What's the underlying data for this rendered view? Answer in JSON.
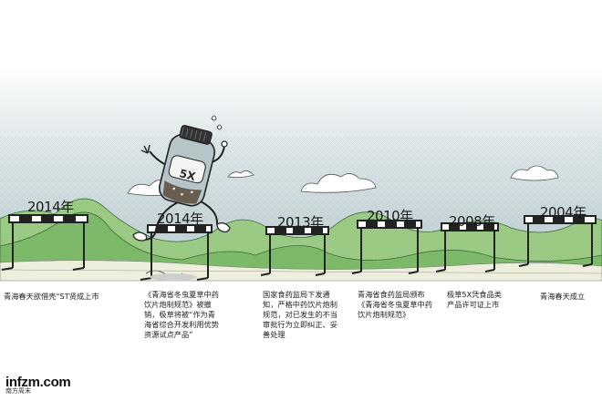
{
  "hurdles": [
    {
      "year": "2014年",
      "caption": "青海春天欲借壳“ST贤成上市"
    },
    {
      "year": "2014年",
      "caption": "《青海省冬虫夏草中药饮片炮制规范》被撤销，极草将被“作为青海省综合开发利用优势资源试点产品”"
    },
    {
      "year": "2013年",
      "caption": "国家食药监局下发通知，严格中药饮片炮制规范，对已发生的不当审批行为立即纠正、妥善处理"
    },
    {
      "year": "2010年",
      "caption": "青海省食药监局颁布《青海省冬虫夏草中药饮片炮制规范》"
    },
    {
      "year": "2008年",
      "caption": "极草5X凭食品类产品许可证上市"
    },
    {
      "year": "2004年",
      "caption": "青海春天成立"
    }
  ],
  "jar_label": "5X",
  "watermark": {
    "site": "infzm.com",
    "sub": "南方周末"
  },
  "colors": {
    "sky": "#c8d7db",
    "hill": "#8cc47a",
    "hill_dark": "#5f9a55",
    "ground": "#e9ead6",
    "hurdle": "#222222"
  }
}
